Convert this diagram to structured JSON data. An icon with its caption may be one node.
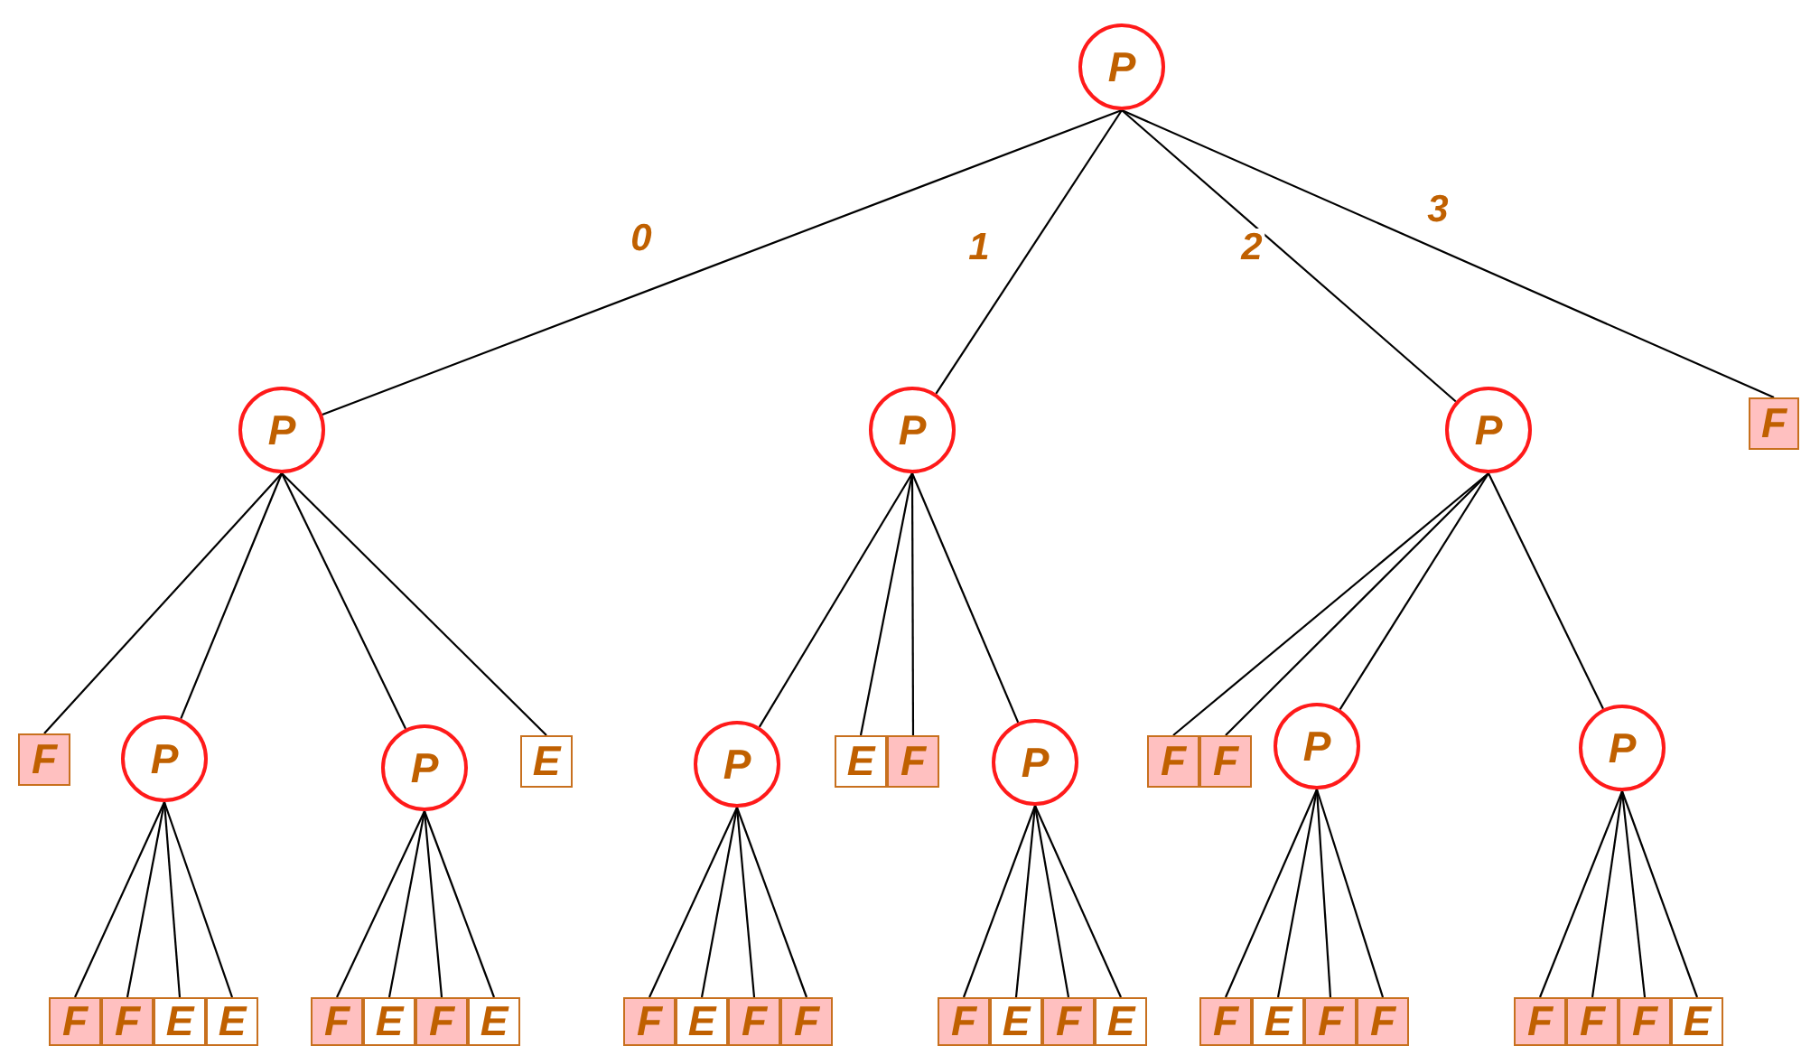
{
  "diagram": {
    "nodes": [
      {
        "text": [
          "P"
        ]
      },
      {
        "text": [
          "P"
        ]
      },
      {
        "text": [
          "P"
        ]
      },
      {
        "text": [
          "P"
        ]
      },
      {
        "text": [
          "F"
        ]
      },
      {
        "text": [
          "F"
        ]
      },
      {
        "text": [
          "P"
        ]
      },
      {
        "text": [
          "P"
        ]
      },
      {
        "text": [
          "E"
        ]
      },
      {
        "text": [
          "P"
        ]
      },
      {
        "text": [
          "E"
        ]
      },
      {
        "text": [
          "F"
        ]
      },
      {
        "text": [
          "P"
        ]
      },
      {
        "text": [
          "F"
        ]
      },
      {
        "text": [
          "F"
        ]
      },
      {
        "text": [
          "P"
        ]
      },
      {
        "text": [
          "P"
        ]
      },
      {
        "text": [
          "F"
        ]
      },
      {
        "text": [
          "F"
        ]
      },
      {
        "text": [
          "E"
        ]
      },
      {
        "text": [
          "E"
        ]
      },
      {
        "text": [
          "F"
        ]
      },
      {
        "text": [
          "E"
        ]
      },
      {
        "text": [
          "F"
        ]
      },
      {
        "text": [
          "E"
        ]
      },
      {
        "text": [
          "F"
        ]
      },
      {
        "text": [
          "E"
        ]
      },
      {
        "text": [
          "F"
        ]
      },
      {
        "text": [
          "F"
        ]
      },
      {
        "text": [
          "F"
        ]
      },
      {
        "text": [
          "E"
        ]
      },
      {
        "text": [
          "F"
        ]
      },
      {
        "text": [
          "E"
        ]
      },
      {
        "text": [
          "F"
        ]
      },
      {
        "text": [
          "E"
        ]
      },
      {
        "text": [
          "F"
        ]
      },
      {
        "text": [
          "F"
        ]
      },
      {
        "text": [
          "F"
        ]
      },
      {
        "text": [
          "F"
        ]
      },
      {
        "text": [
          "F"
        ]
      },
      {
        "text": [
          "E"
        ]
      }
    ],
    "edges": [
      {
        "from": 0,
        "to": 1,
        "arrow": "none",
        "label": "0"
      },
      {
        "from": 0,
        "to": 2,
        "arrow": "none",
        "label": "1"
      },
      {
        "from": 0,
        "to": 3,
        "arrow": "none",
        "label": "2"
      },
      {
        "from": 0,
        "to": 4,
        "arrow": "none",
        "label": "3"
      },
      {
        "from": 1,
        "to": 5,
        "arrow": "none"
      },
      {
        "from": 1,
        "to": 6,
        "arrow": "none"
      },
      {
        "from": 1,
        "to": 7,
        "arrow": "none"
      },
      {
        "from": 1,
        "to": 8,
        "arrow": "none"
      },
      {
        "from": 2,
        "to": 9,
        "arrow": "none"
      },
      {
        "from": 2,
        "to": 10,
        "arrow": "none"
      },
      {
        "from": 2,
        "to": 11,
        "arrow": "none"
      },
      {
        "from": 2,
        "to": 12,
        "arrow": "none"
      },
      {
        "from": 3,
        "to": 13,
        "arrow": "none"
      },
      {
        "from": 3,
        "to": 14,
        "arrow": "none"
      },
      {
        "from": 3,
        "to": 15,
        "arrow": "none"
      },
      {
        "from": 3,
        "to": 16,
        "arrow": "none"
      },
      {
        "from": 6,
        "to": 17,
        "arrow": "none"
      },
      {
        "from": 6,
        "to": 18,
        "arrow": "none"
      },
      {
        "from": 6,
        "to": 19,
        "arrow": "none"
      },
      {
        "from": 6,
        "to": 20,
        "arrow": "none"
      },
      {
        "from": 7,
        "to": 21,
        "arrow": "none"
      },
      {
        "from": 7,
        "to": 22,
        "arrow": "none"
      },
      {
        "from": 7,
        "to": 23,
        "arrow": "none"
      },
      {
        "from": 7,
        "to": 24,
        "arrow": "none"
      },
      {
        "from": 9,
        "to": 25,
        "arrow": "none"
      },
      {
        "from": 9,
        "to": 26,
        "arrow": "none"
      },
      {
        "from": 9,
        "to": 27,
        "arrow": "none"
      },
      {
        "from": 9,
        "to": 28,
        "arrow": "none"
      },
      {
        "from": 12,
        "to": 29,
        "arrow": "none"
      },
      {
        "from": 12,
        "to": 30,
        "arrow": "none"
      },
      {
        "from": 12,
        "to": 31,
        "arrow": "none"
      },
      {
        "from": 12,
        "to": 32,
        "arrow": "none"
      },
      {
        "from": 15,
        "to": 33,
        "arrow": "none"
      },
      {
        "from": 15,
        "to": 34,
        "arrow": "none"
      },
      {
        "from": 15,
        "to": 35,
        "arrow": "none"
      },
      {
        "from": 15,
        "to": 36,
        "arrow": "none"
      },
      {
        "from": 16,
        "to": 37,
        "arrow": "none"
      },
      {
        "from": 16,
        "to": 38,
        "arrow": "none"
      },
      {
        "from": 16,
        "to": 39,
        "arrow": "none"
      },
      {
        "from": 16,
        "to": 40,
        "arrow": "none"
      }
    ]
  }
}
